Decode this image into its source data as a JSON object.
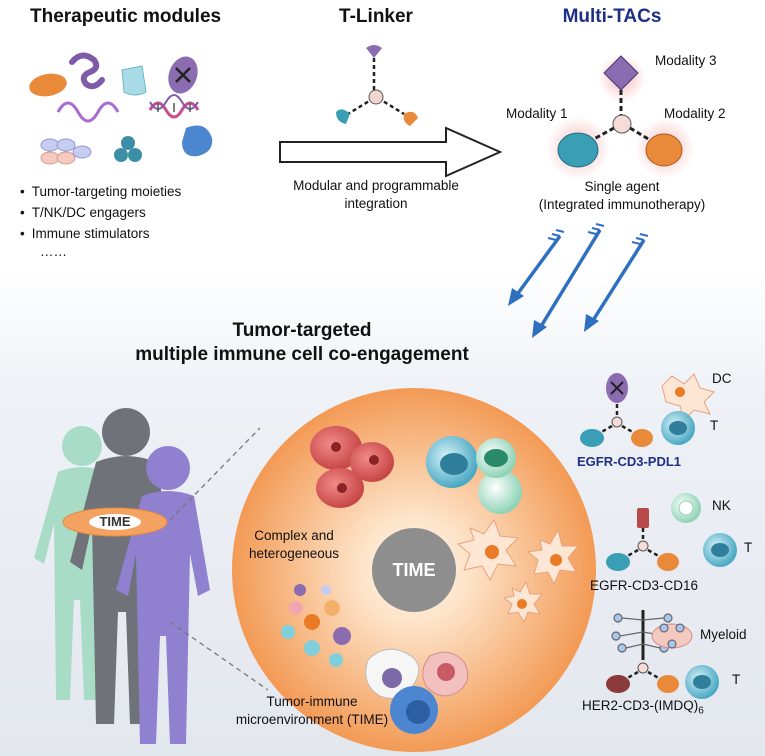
{
  "headers": {
    "therapeutic_modules": "Therapeutic modules",
    "t_linker": "T-Linker",
    "multi_tacs": "Multi-TACs"
  },
  "modules_list": [
    "Tumor-targeting moieties",
    "T/NK/DC engagers",
    "Immune stimulators"
  ],
  "modules_ellipsis": "……",
  "arrow_caption": [
    "Modular and programmable",
    "integration"
  ],
  "multitac_labels": {
    "modality1": "Modality 1",
    "modality2": "Modality 2",
    "modality3": "Modality 3",
    "single_agent": "Single agent",
    "integrated": "(Integrated immunotherapy)"
  },
  "middle_title": [
    "Tumor-targeted",
    "multiple immune cell co-engagement"
  ],
  "body_label": "TIME",
  "circle": {
    "center_label": "TIME",
    "complex": [
      "Complex and",
      "heterogeneous"
    ],
    "tumor_immune": [
      "Tumor-immune",
      "microenvironment (TIME)"
    ]
  },
  "examples": [
    {
      "name": "EGFR-CD3-PDL1",
      "cell_labels": [
        "DC",
        "T"
      ]
    },
    {
      "name": "EGFR-CD3-CD16",
      "cell_labels": [
        "NK",
        "T"
      ]
    },
    {
      "name_main": "HER2-CD3-(IMDQ)",
      "name_sub": "6",
      "cell_labels": [
        "Myeloid",
        "T"
      ]
    }
  ],
  "colors": {
    "multi_tacs_title": "#1e2f86",
    "teal_antibody": "#3a9fb5",
    "orange_antibody": "#e98a3a",
    "purple_modality": "#8c6cb0",
    "time_circle": "#f4a266",
    "arrow_blue": "#2e6fbf"
  }
}
